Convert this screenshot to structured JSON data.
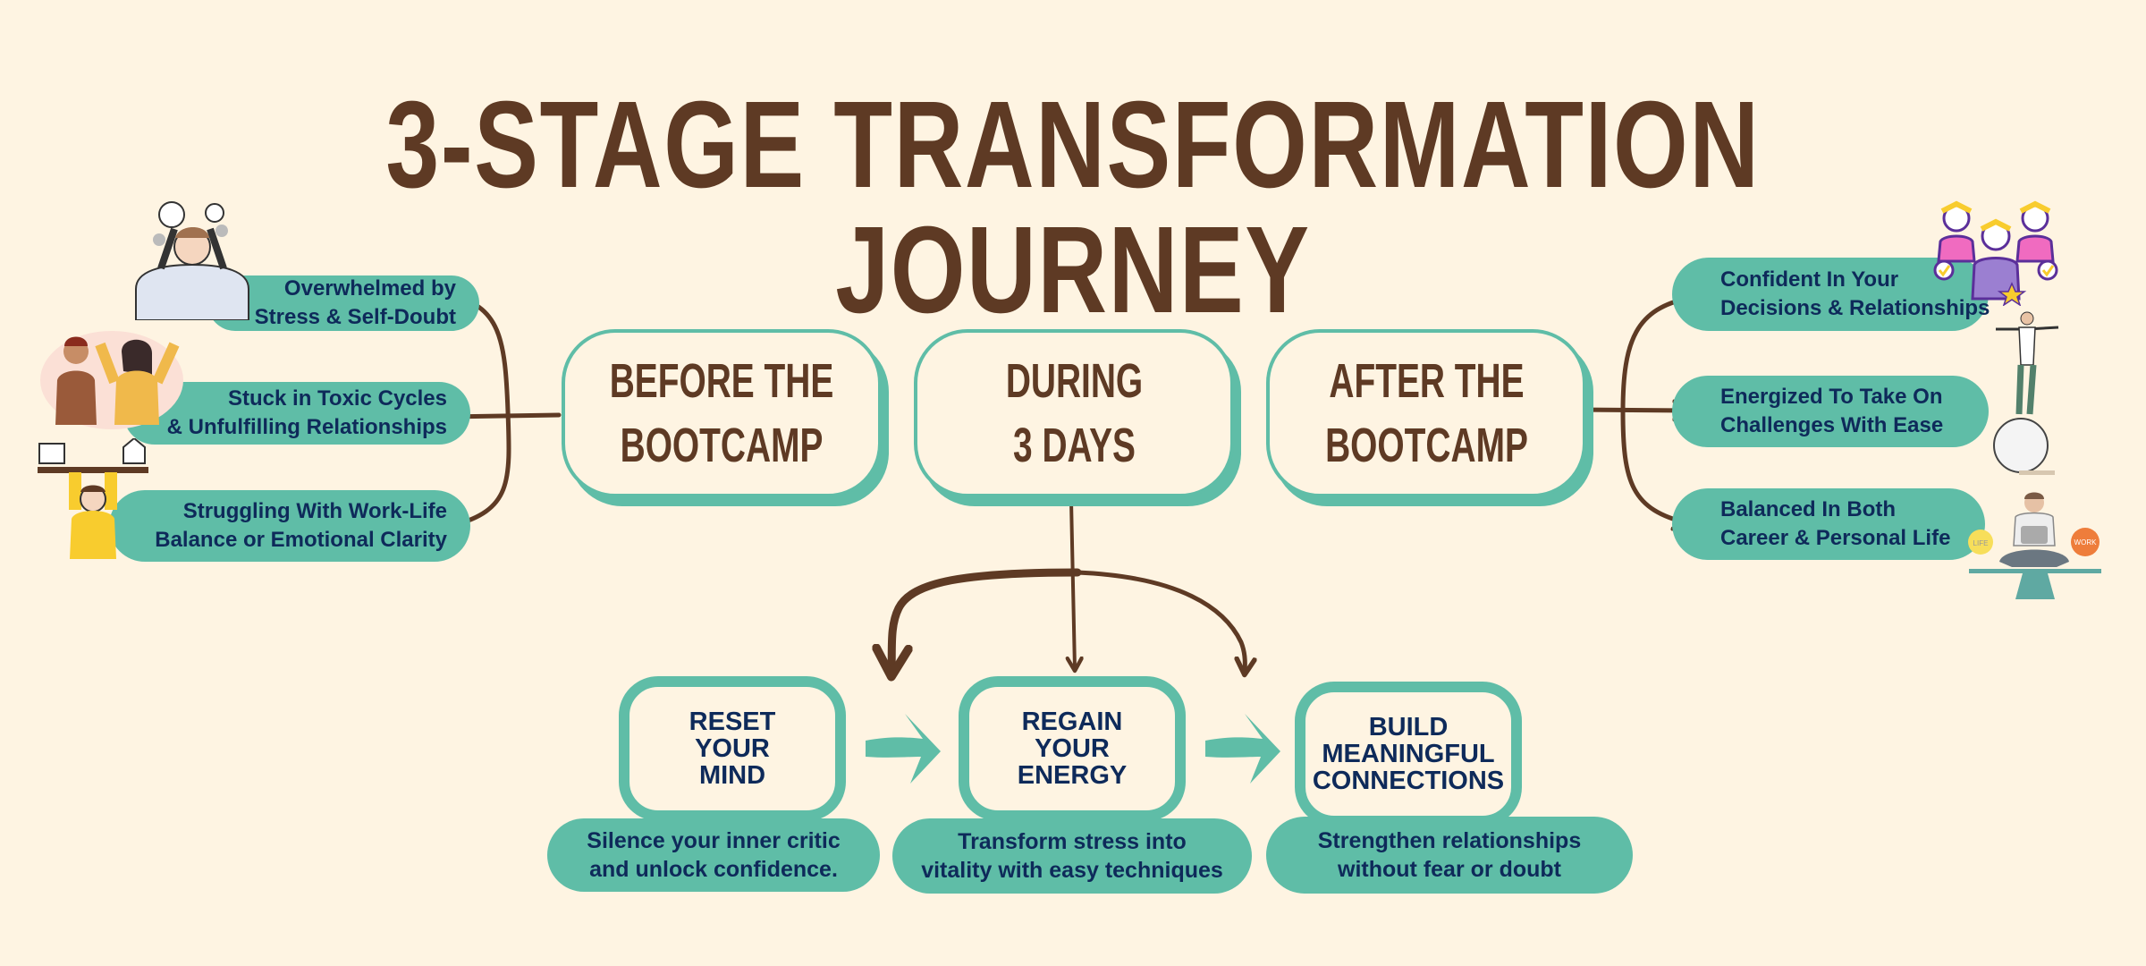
{
  "title": "3-STAGE TRANSFORMATION JOURNEY",
  "colors": {
    "background": "#FEF4E2",
    "accent_teal": "#5FBDA7",
    "brown": "#5E3A24",
    "navy_text": "#0E2A5A"
  },
  "stages": [
    {
      "id": "before",
      "label": "BEFORE THE\nBOOTCAMP"
    },
    {
      "id": "during",
      "label": "DURING\n3 DAYS"
    },
    {
      "id": "after",
      "label": "AFTER THE\nBOOTCAMP"
    }
  ],
  "before_items": [
    {
      "line1": "Overwhelmed by",
      "line2": "Stress & Self-Doubt",
      "icon": "stressed-person-icon"
    },
    {
      "line1": "Stuck in Toxic Cycles",
      "line2": "& Unfulfilling Relationships",
      "icon": "arguing-couple-icon"
    },
    {
      "line1": "Struggling With Work-Life",
      "line2": "Balance or Emotional Clarity",
      "icon": "balancing-work-home-icon"
    }
  ],
  "after_items": [
    {
      "line1": "Confident In Your",
      "line2": "Decisions & Relationships",
      "icon": "team-approval-icon"
    },
    {
      "line1": "Energized To Take On",
      "line2": "Challenges With Ease",
      "icon": "man-balancing-on-ball-icon"
    },
    {
      "line1": "Balanced In Both",
      "line2": "Career & Personal Life",
      "icon": "life-work-balance-icon",
      "badges": [
        "LIFE",
        "WORK"
      ]
    }
  ],
  "during_steps": [
    {
      "label": "RESET\nYOUR\nMIND",
      "desc_line1": "Silence your inner critic",
      "desc_line2": "and unlock confidence."
    },
    {
      "label": "REGAIN\nYOUR\nENERGY",
      "desc_line1": "Transform stress into",
      "desc_line2": "vitality with easy techniques"
    },
    {
      "label": "BUILD\nMEANINGFUL\nCONNECTIONS",
      "desc_line1": "Strengthen relationships",
      "desc_line2": "without fear or doubt"
    }
  ]
}
